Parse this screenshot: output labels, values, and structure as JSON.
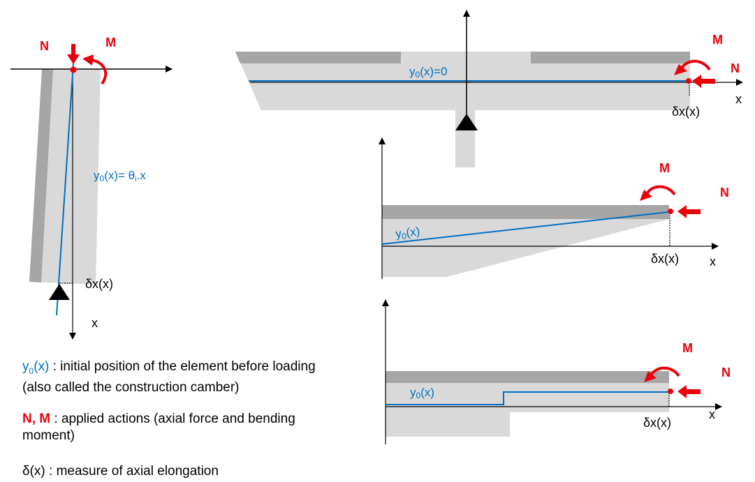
{
  "colors": {
    "element_light": "#d9d9d9",
    "element_dark": "#a6a6a6",
    "camber_line": "#0070c0",
    "actions": "#e8000b",
    "axes": "#000000"
  },
  "diagrams": {
    "column": {
      "N": "N",
      "M": "M",
      "camber_label_main": "y",
      "camber_label_sub": "0",
      "camber_label_rest": "(x)= θ",
      "camber_label_sub2": "i",
      "camber_label_end": ".x",
      "elongation": "δx(x)",
      "x_axis": "x"
    },
    "flat_beam": {
      "N": "N",
      "M": "M",
      "camber_label_main": "y",
      "camber_label_sub": "0",
      "camber_label_rest": "(x)=0",
      "elongation": "δx(x)",
      "x_axis": "x"
    },
    "tapered_beam": {
      "N": "N",
      "M": "M",
      "camber_label_main": "y",
      "camber_label_sub": "0",
      "camber_label_rest": "(x)",
      "elongation": "δx(x)",
      "x_axis": "x"
    },
    "stepped_beam": {
      "N": "N",
      "M": "M",
      "camber_label_main": "y",
      "camber_label_sub": "0",
      "camber_label_rest": "(x)",
      "elongation": "δx(x)",
      "x_axis": "x"
    }
  },
  "legend": {
    "item1_symbol_main": "y",
    "item1_symbol_sub": "0",
    "item1_symbol_rest": "(x)",
    "item1_text_line1": " : initial position of the element before loading",
    "item1_text_line2": "(also called the construction camber)",
    "item2_symbol": "N, M",
    "item2_text_line1": " : applied actions (axial force and bending",
    "item2_text_line2": "moment)",
    "item3_text": "δ(x) : measure of axial elongation"
  }
}
